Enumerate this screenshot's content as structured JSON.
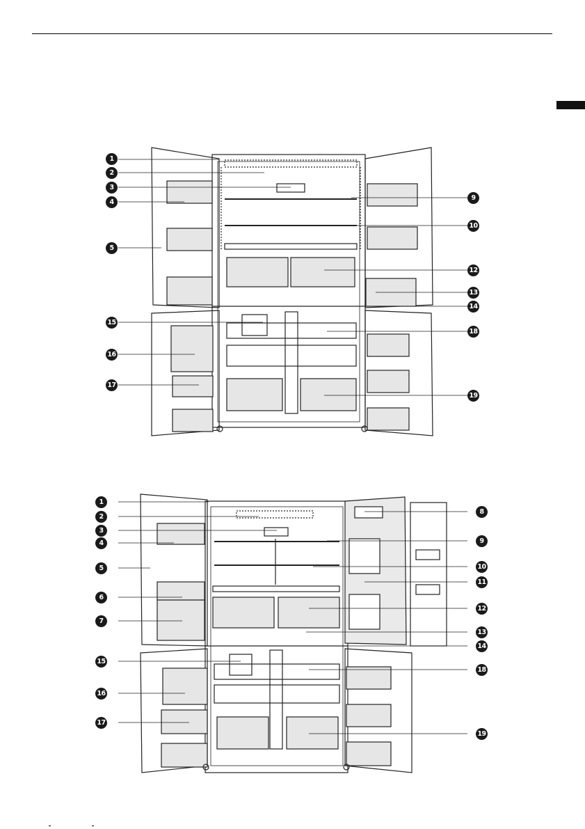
{
  "page": {
    "header_rule": true,
    "language_tab": "black-tab"
  },
  "figures": [
    {
      "id": "fig1",
      "description_labels": [
        "1",
        "2",
        "3",
        "4",
        "5",
        "9",
        "10",
        "12",
        "13",
        "14",
        "15",
        "16",
        "17",
        "18",
        "19"
      ]
    },
    {
      "id": "fig2",
      "description_labels": [
        "1",
        "2",
        "3",
        "4",
        "5",
        "6",
        "7",
        "8",
        "9",
        "10",
        "11",
        "12",
        "13",
        "14",
        "15",
        "16",
        "17",
        "18",
        "19"
      ]
    }
  ],
  "fig1_callouts": {
    "c1": "1",
    "c2": "2",
    "c3": "3",
    "c4": "4",
    "c5": "5",
    "c9": "9",
    "c10": "10",
    "c12": "12",
    "c13": "13",
    "c14": "14",
    "c15": "15",
    "c16": "16",
    "c17": "17",
    "c18": "18",
    "c19": "19"
  },
  "fig2_callouts": {
    "c1": "1",
    "c2": "2",
    "c3": "3",
    "c4": "4",
    "c5": "5",
    "c6": "6",
    "c7": "7",
    "c8": "8",
    "c9": "9",
    "c10": "10",
    "c11": "11",
    "c12": "12",
    "c13": "13",
    "c14": "14",
    "c15": "15",
    "c16": "16",
    "c17": "17",
    "c18": "18",
    "c19": "19"
  }
}
